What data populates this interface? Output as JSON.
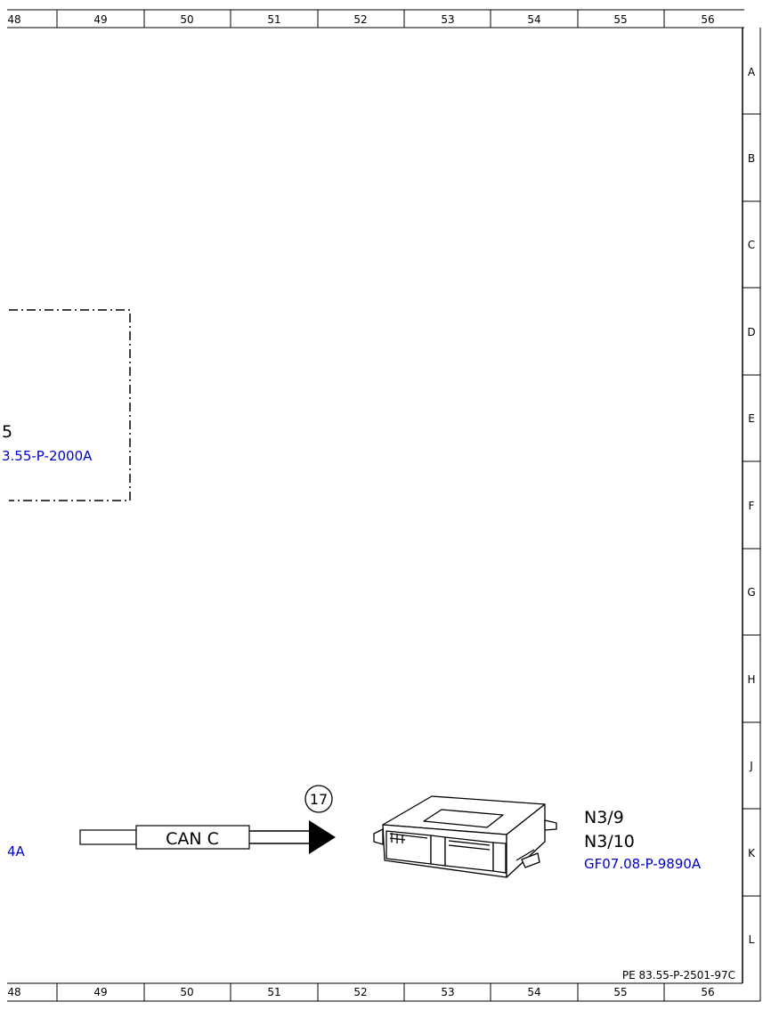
{
  "grid": {
    "columns": [
      "48",
      "49",
      "50",
      "51",
      "52",
      "53",
      "54",
      "55",
      "56"
    ],
    "rows": [
      "A",
      "B",
      "C",
      "D",
      "E",
      "F",
      "G",
      "H",
      "J",
      "K",
      "L"
    ]
  },
  "components": {
    "left_box": {
      "label": "5",
      "ref": "3.55-P-2000A"
    },
    "left_ref": "4A",
    "bus": {
      "label": "CAN C"
    },
    "connector_marker": "17",
    "control_unit": {
      "labels": [
        "N3/9",
        "N3/10"
      ],
      "ref": "GF07.08-P-9890A"
    }
  },
  "footer": {
    "doc_code": "PE 83.55-P-2501-97C"
  },
  "colors": {
    "link": "#0000cc",
    "line": "#000000"
  }
}
